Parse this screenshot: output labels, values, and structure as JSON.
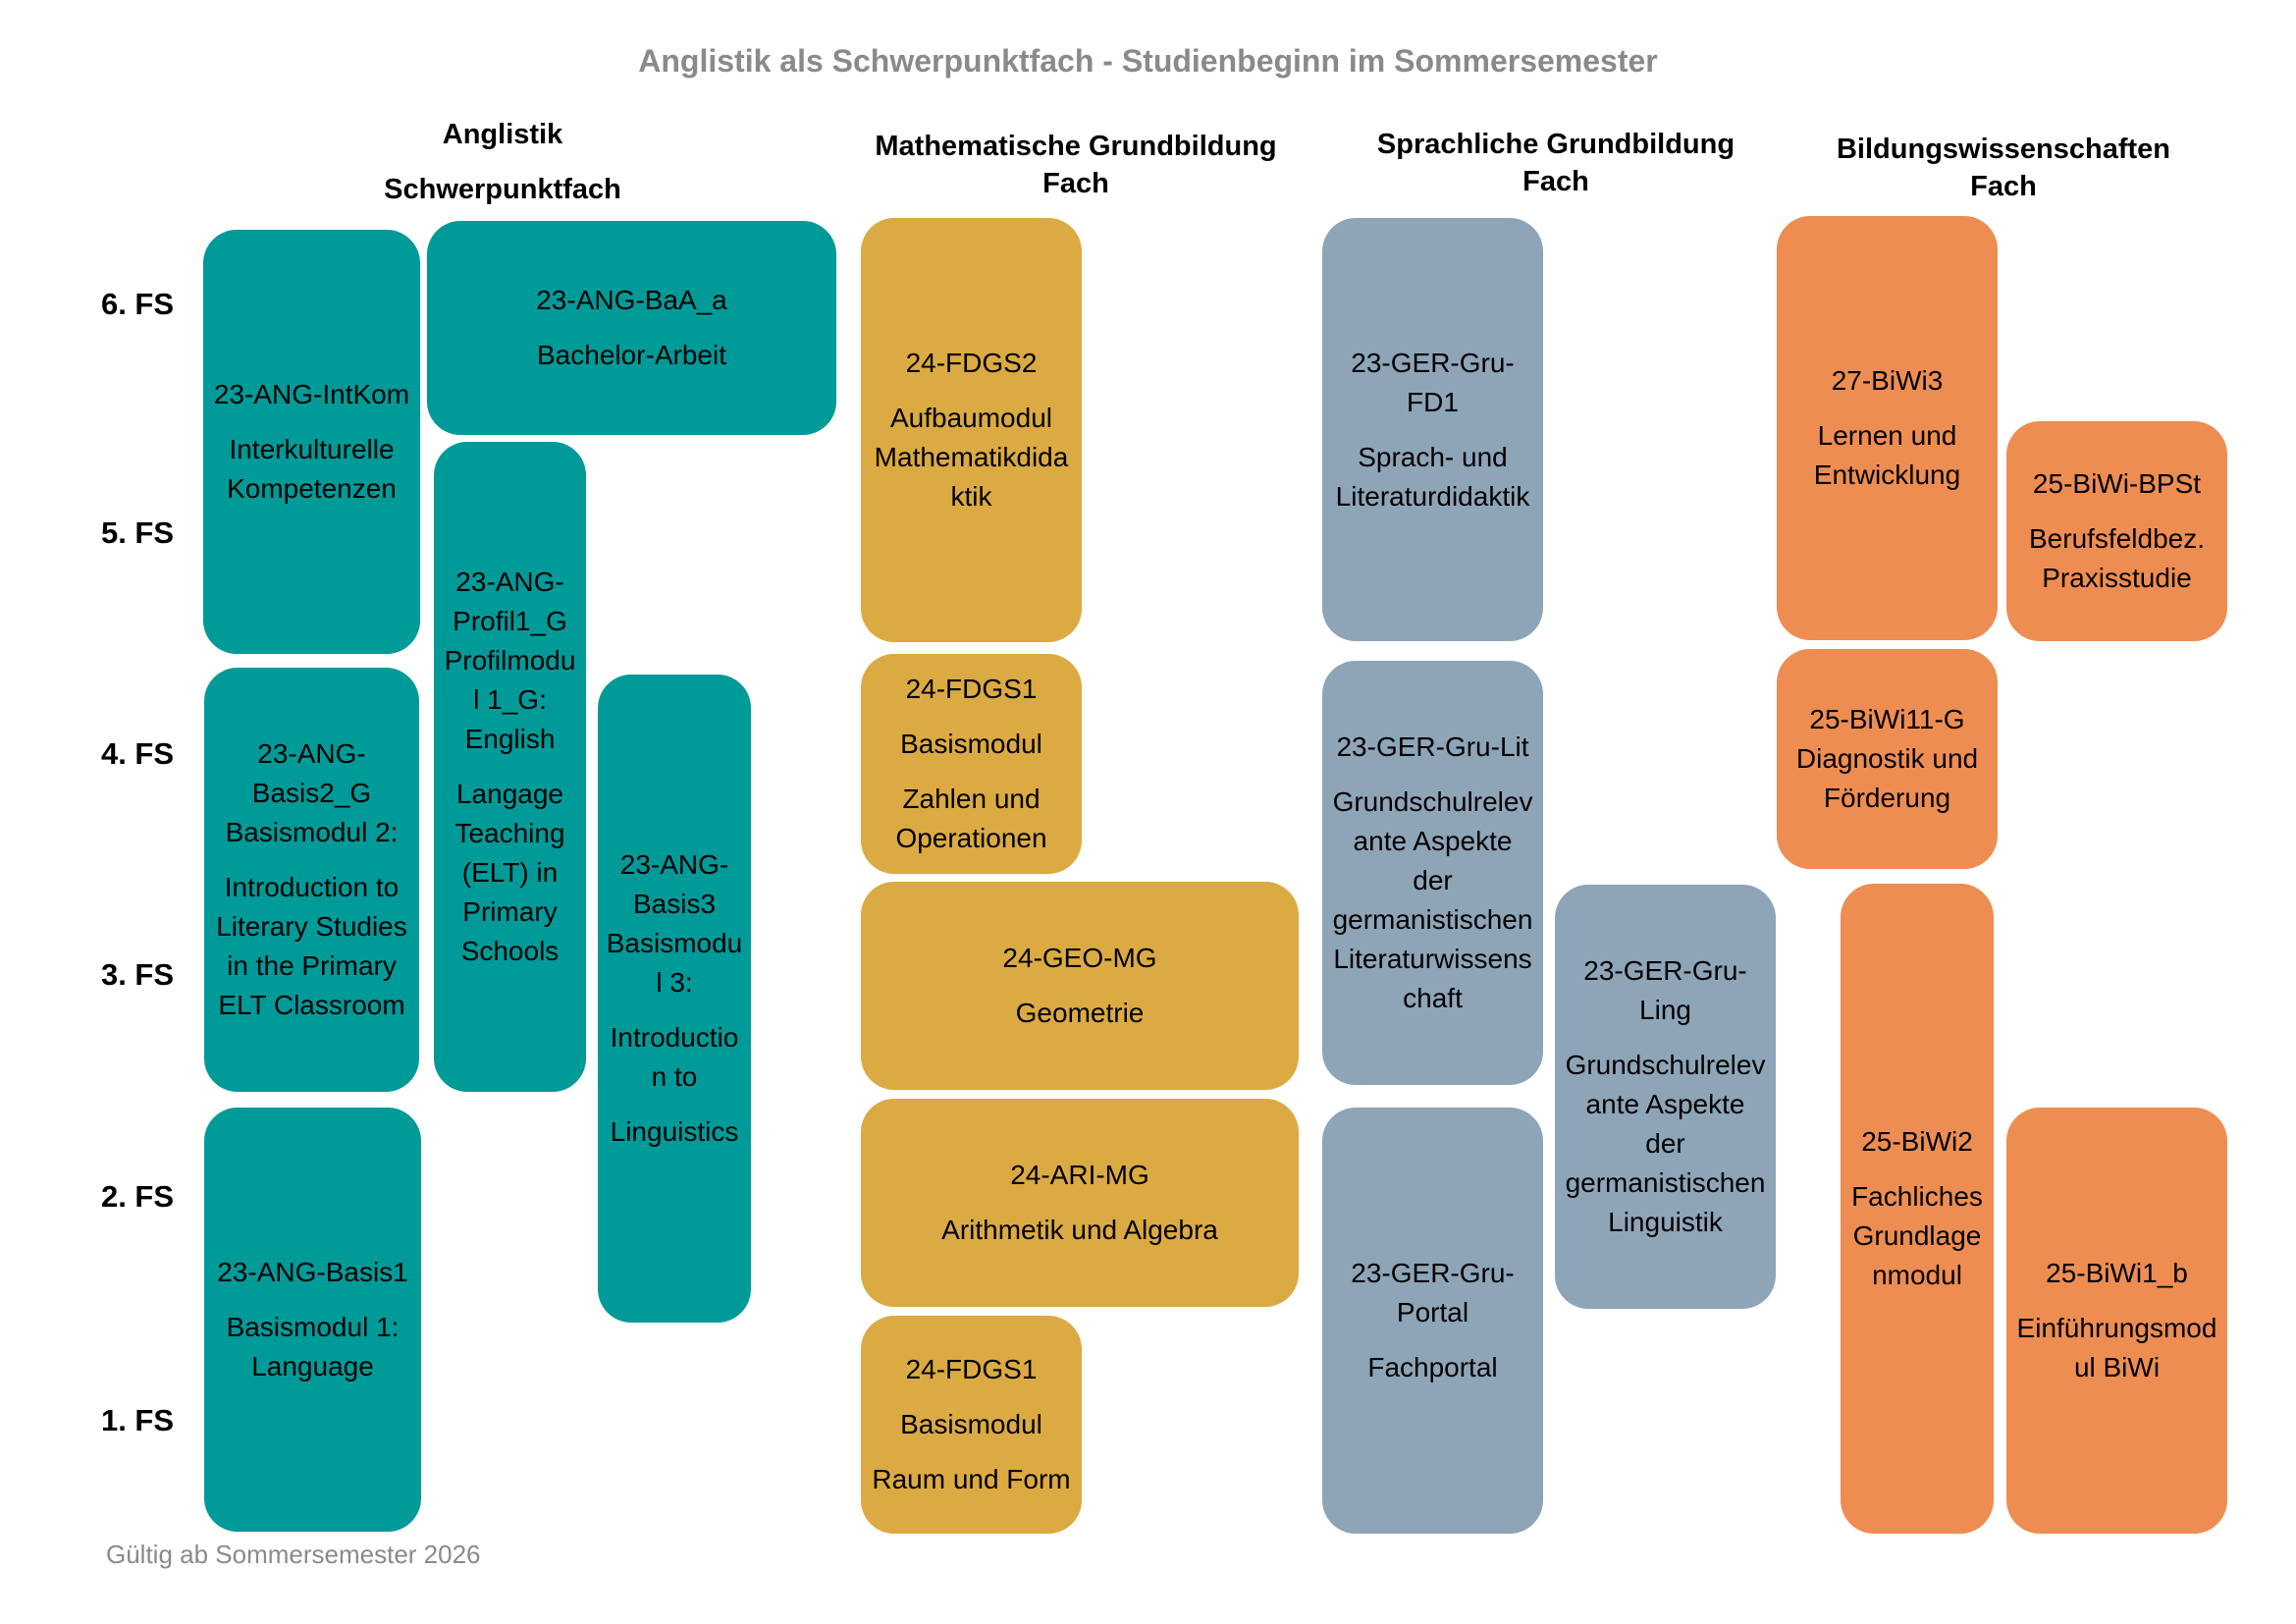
{
  "title": "Anglistik als Schwerpunktfach - Studienbeginn im Sommersemester",
  "colors": {
    "anglistik": "#009a98",
    "mathematik": "#dbaa42",
    "sprache": "#8ea5b8",
    "bildungswissenschaften": "#ee8d52",
    "title_gray": "#8a8a8a"
  },
  "columns": [
    {
      "line1": "Anglistik",
      "line2": "Schwerpunktfach"
    },
    {
      "line1": "Mathematische Grundbildung",
      "line2": "Fach"
    },
    {
      "line1": "Sprachliche Grundbildung",
      "line2": "Fach"
    },
    {
      "line1": "Bildungswissenschaften",
      "line2": "Fach"
    }
  ],
  "semesters": [
    "6. FS",
    "5. FS",
    "4. FS",
    "3. FS",
    "2. FS",
    "1. FS"
  ],
  "modules": {
    "ang_intkom": {
      "code": "23-ANG-IntKom",
      "name": "Interkulturelle Kompetenzen"
    },
    "ang_baa": {
      "code": "23-ANG-BaA_a",
      "name": "Bachelor-Arbeit"
    },
    "ang_profil1": {
      "code": "23-ANG-Profil1_G",
      "name": "Profilmodul 1_G: English",
      "name2": "Langage Teaching (ELT) in Primary Schools"
    },
    "ang_basis2": {
      "code": "23-ANG-Basis2_G",
      "name": "Basismodul 2:",
      "name2": "Introduction to Literary Studies in the Primary ELT Classroom"
    },
    "ang_basis3": {
      "code": "23-ANG-Basis3",
      "name": "Basismodul 3:",
      "name2": "Introduction to",
      "name3": "Linguistics"
    },
    "ang_basis1": {
      "code": "23-ANG-Basis1",
      "name": "Basismodul 1: Language"
    },
    "math_fdgs2": {
      "code": "24-FDGS2",
      "name": "Aufbaumodul Mathematikdidaktik"
    },
    "math_fdgs1_zahlen": {
      "code": "24-FDGS1",
      "name": "Basismodul",
      "name2": "Zahlen und Operationen"
    },
    "math_geo": {
      "code": "24-GEO-MG",
      "name": "Geometrie"
    },
    "math_ari": {
      "code": "24-ARI-MG",
      "name": "Arithmetik und Algebra"
    },
    "math_fdgs1_raum": {
      "code": "24-FDGS1",
      "name": "Basismodul",
      "name2": "Raum und Form"
    },
    "ger_fd1": {
      "code": "23-GER-Gru-FD1",
      "name": "Sprach- und Literaturdidaktik"
    },
    "ger_lit": {
      "code": "23-GER-Gru-Lit",
      "name": "Grundschulrelevante Aspekte der germanistischen Literaturwissenschaft"
    },
    "ger_portal": {
      "code": "23-GER-Gru-Portal",
      "name": "Fachportal"
    },
    "ger_ling": {
      "code": "23-GER-Gru-Ling",
      "name": "Grundschulrelevante Aspekte der germanistischen Linguistik"
    },
    "biwi3": {
      "code": "27-BiWi3",
      "name": "Lernen und Entwicklung"
    },
    "biwi_bpst": {
      "code": "25-BiWi-BPSt",
      "name": "Berufsfeldbez. Praxisstudie"
    },
    "biwi11": {
      "code": "25-BiWi11-G",
      "name": "Diagnostik und Förderung"
    },
    "biwi2": {
      "code": "25-BiWi2",
      "name": "Fachliches Grundlagenmodul"
    },
    "biwi1b": {
      "code": "25-BiWi1_b",
      "name": "Einführungsmodul BiWi"
    }
  },
  "footer": "Gültig ab Sommersemester 2026"
}
